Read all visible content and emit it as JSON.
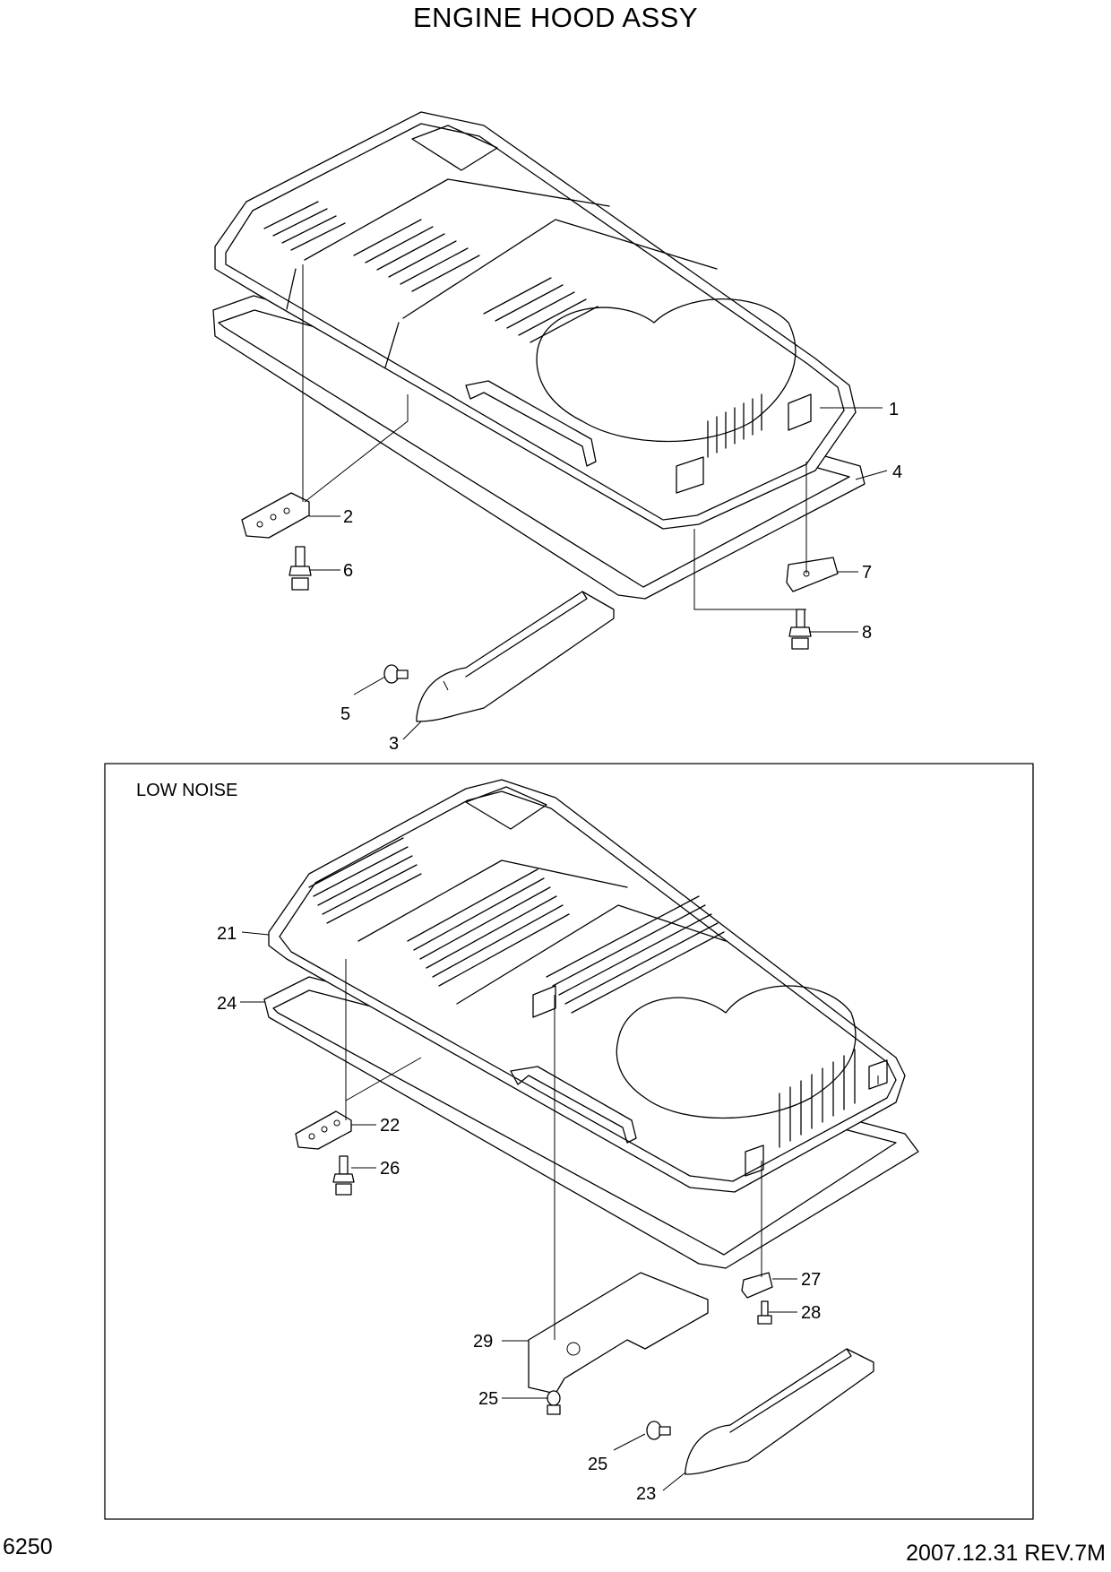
{
  "title": "ENGINE HOOD ASSY",
  "page_number": "6250",
  "revision": "2007.12.31  REV.7M",
  "low_noise_box": {
    "label": "LOW NOISE"
  },
  "callouts": {
    "c1": "1",
    "c2": "2",
    "c3": "3",
    "c4": "4",
    "c5": "5",
    "c6": "6",
    "c7": "7",
    "c8": "8",
    "c21": "21",
    "c22": "22",
    "c23": "23",
    "c24": "24",
    "c25a": "25",
    "c25b": "25",
    "c26": "26",
    "c27": "27",
    "c28": "28",
    "c29": "29"
  }
}
